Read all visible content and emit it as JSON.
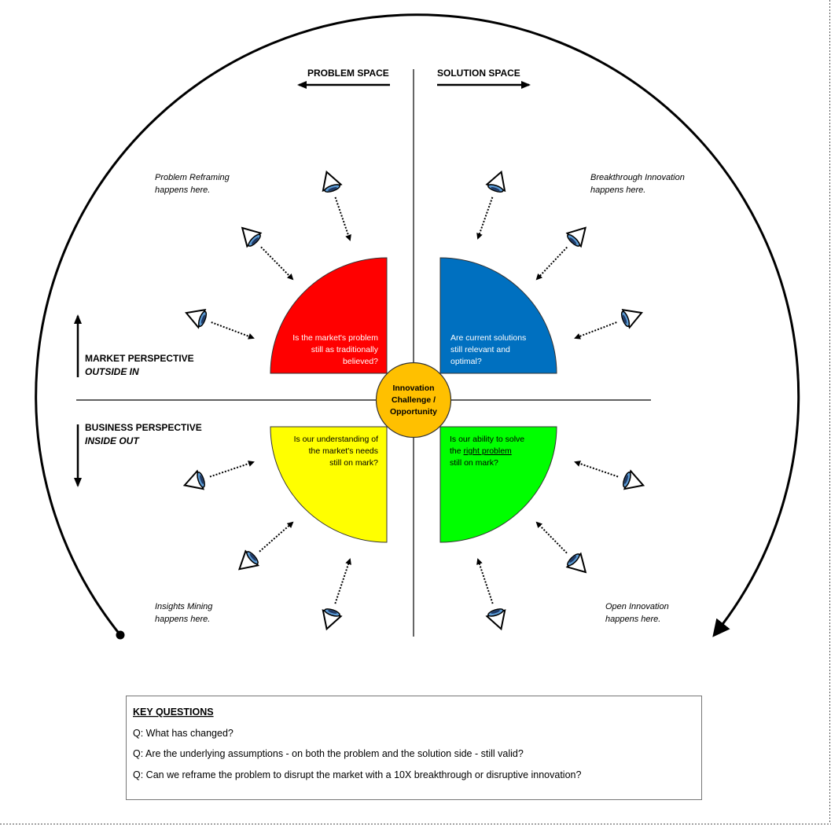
{
  "header": {
    "problem_space": "PROBLEM SPACE",
    "solution_space": "SOLUTION SPACE"
  },
  "perspectives": {
    "market_title": "MARKET PERSPECTIVE",
    "market_sub": "OUTSIDE IN",
    "business_title": "BUSINESS PERSPECTIVE",
    "business_sub": "INSIDE OUT"
  },
  "corner_notes": {
    "top_left": [
      "Problem Reframing",
      "happens here."
    ],
    "top_right": [
      "Breakthrough Innovation",
      "happens here."
    ],
    "bottom_left": [
      "Insights Mining",
      "happens here."
    ],
    "bottom_right": [
      "Open Innovation",
      "happens here."
    ]
  },
  "quadrants": {
    "red": {
      "color": "#FF0000",
      "lines": [
        "Is the market's problem",
        "still as traditionally",
        "believed?"
      ]
    },
    "blue": {
      "color": "#0070C0",
      "lines": [
        "Are current solutions",
        "still relevant and",
        "optimal?"
      ]
    },
    "yellow": {
      "color": "#FFFF00",
      "lines": [
        "Is our understanding of",
        "the market's needs",
        "still on mark?"
      ]
    },
    "green": {
      "color": "#00FF00",
      "lines_pre": "Is our ability to solve",
      "line2_prefix": "the ",
      "line2_underlined": "right problem",
      "line3": "still on mark?"
    }
  },
  "center": {
    "color": "#FFC000",
    "lines": [
      "Innovation",
      "Challenge  /",
      "Opportunity"
    ]
  },
  "key_questions": {
    "title": "KEY QUESTIONS",
    "items": [
      "Q:  What has changed?",
      "Q:  Are the underlying assumptions - on both the problem and the solution side - still valid?",
      "Q:  Can we reframe the problem to disrupt the market with a 10X  breakthrough or disruptive innovation?"
    ]
  }
}
